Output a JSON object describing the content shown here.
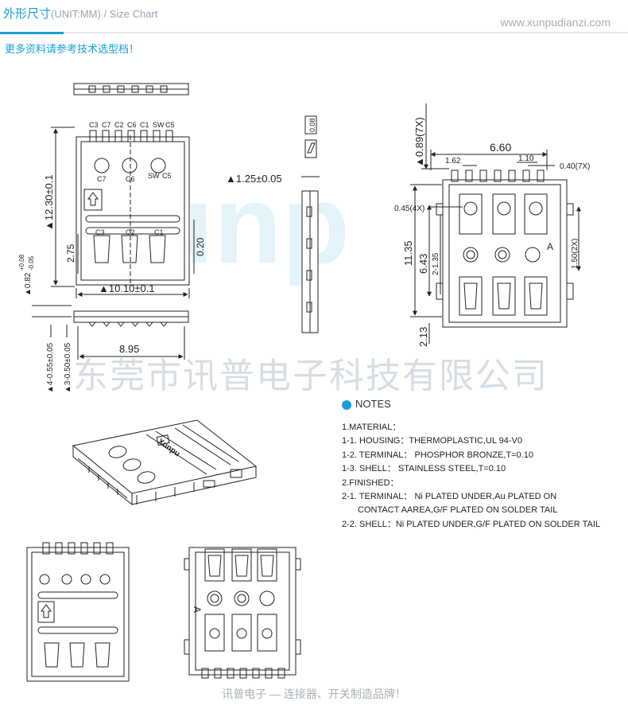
{
  "header": {
    "title": "外形尺寸",
    "subtitle": "(UNIT:MM) / Size Chart",
    "site": "www.xunpudianzi.com",
    "note": "更多资料请参考技术选型档！"
  },
  "watermark": {
    "latin": "Xunp",
    "company": "东莞市讯普电子科技有限公司"
  },
  "top_view": {
    "pin_labels_top": [
      "C3",
      "C7",
      "C2",
      "C6",
      "C1",
      "SW",
      "C5"
    ],
    "pin_labels_mid": [
      "C7",
      "C6",
      "SW",
      "C5"
    ],
    "pin_labels_low": [
      "C3",
      "C2",
      "C1"
    ],
    "dim_height": "▲12.30±0.1",
    "dim_width": "▲10.10±0.1",
    "dim_275": "2.75",
    "dim_020": "0.20",
    "dim_082": "▲0.82",
    "dim_082_tol_up": "+0.08",
    "dim_082_tol_dn": "-0.05"
  },
  "front_view": {
    "dim_width": "8.95",
    "dim_a": "▲4-0.55±0.05",
    "dim_b": "▲3-0.50±0.05"
  },
  "side_view": {
    "dim_thickness": "▲1.25±0.05",
    "dim_008": "0.08"
  },
  "footprint": {
    "dim_089": "▲0.89(7X)",
    "dim_660": "6.60",
    "dim_162": "1.62",
    "dim_110": "1.10",
    "dim_040": "0.40(7X)",
    "dim_045": "0.45(4X)",
    "dim_1135": "11.35",
    "dim_643": "6.43",
    "dim_2135": "2-1.35",
    "dim_150": "1.50(2X)",
    "dim_213": "2.13",
    "mark_a": "A"
  },
  "iso_view": {
    "brand": "Xunpu"
  },
  "notes": {
    "title": "NOTES",
    "lines": [
      "1.MATERIAL：",
      "1-1. HOUSING：THERMOPLASTIC,UL 94-V0",
      "1-2. TERMINAL：  PHOSPHOR BRONZE,T=0.10",
      "1-3. SHELL：  STAINLESS STEEL,T=0.10",
      "2.FINISHED：",
      "2-1. TERMINAL：  Ni PLATED UNDER,Au PLATED ON",
      "CONTACT AAREA,G/F PLATED ON SOLDER TAIL",
      "2-2. SHELL：Ni PLATED UNDER,G/F PLATED ON SOLDER TAIL"
    ]
  },
  "bottom_views": {
    "mark_a": "A"
  },
  "footer": {
    "text": "讯普电子 — 连接器、开关制造品牌！"
  }
}
